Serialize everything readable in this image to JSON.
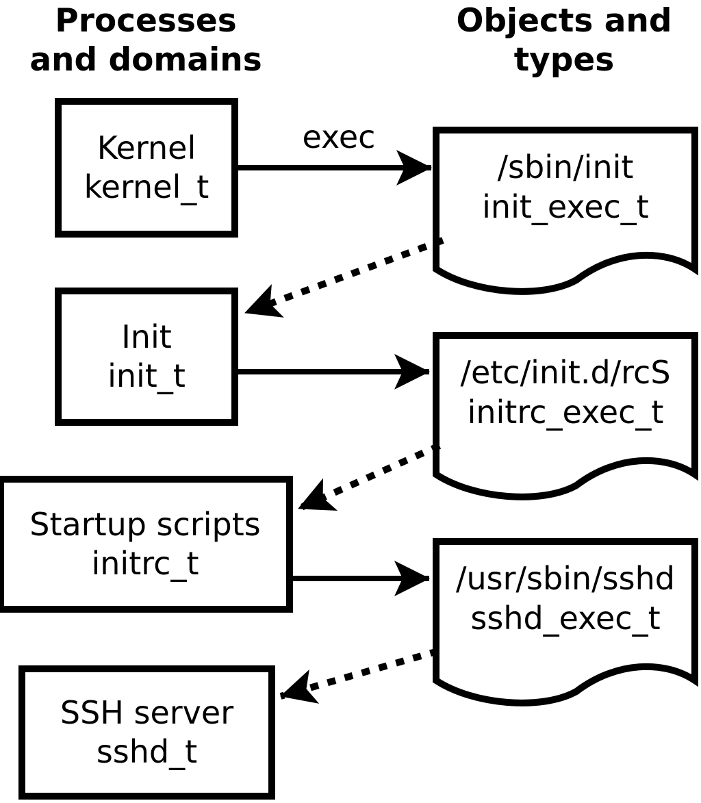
{
  "headers": {
    "left": {
      "line1": "Processes",
      "line2": "and domains"
    },
    "right": {
      "line1": "Objects and",
      "line2": "types"
    }
  },
  "process_boxes": [
    {
      "name": "Kernel",
      "type": "kernel_t"
    },
    {
      "name": "Init",
      "type": "init_t"
    },
    {
      "name": "Startup scripts",
      "type": "initrc_t"
    },
    {
      "name": "SSH server",
      "type": "sshd_t"
    }
  ],
  "object_docs": [
    {
      "path": "/sbin/init",
      "type": "init_exec_t"
    },
    {
      "path": "/etc/init.d/rcS",
      "type": "initrc_exec_t"
    },
    {
      "path": "/usr/sbin/sshd",
      "type": "sshd_exec_t"
    }
  ],
  "arrows": {
    "exec_label": "exec",
    "solid": [
      {
        "from": "kernel_t",
        "to": "/sbin/init",
        "label": "exec"
      },
      {
        "from": "init_t",
        "to": "/etc/init.d/rcS",
        "label": ""
      },
      {
        "from": "initrc_t",
        "to": "/usr/sbin/sshd",
        "label": ""
      }
    ],
    "dotted": [
      {
        "from": "/sbin/init",
        "to": "init_t"
      },
      {
        "from": "/etc/init.d/rcS",
        "to": "initrc_t"
      },
      {
        "from": "/usr/sbin/sshd",
        "to": "sshd_t"
      }
    ]
  },
  "colors": {
    "ink": "#000000",
    "background": "#ffffff"
  }
}
